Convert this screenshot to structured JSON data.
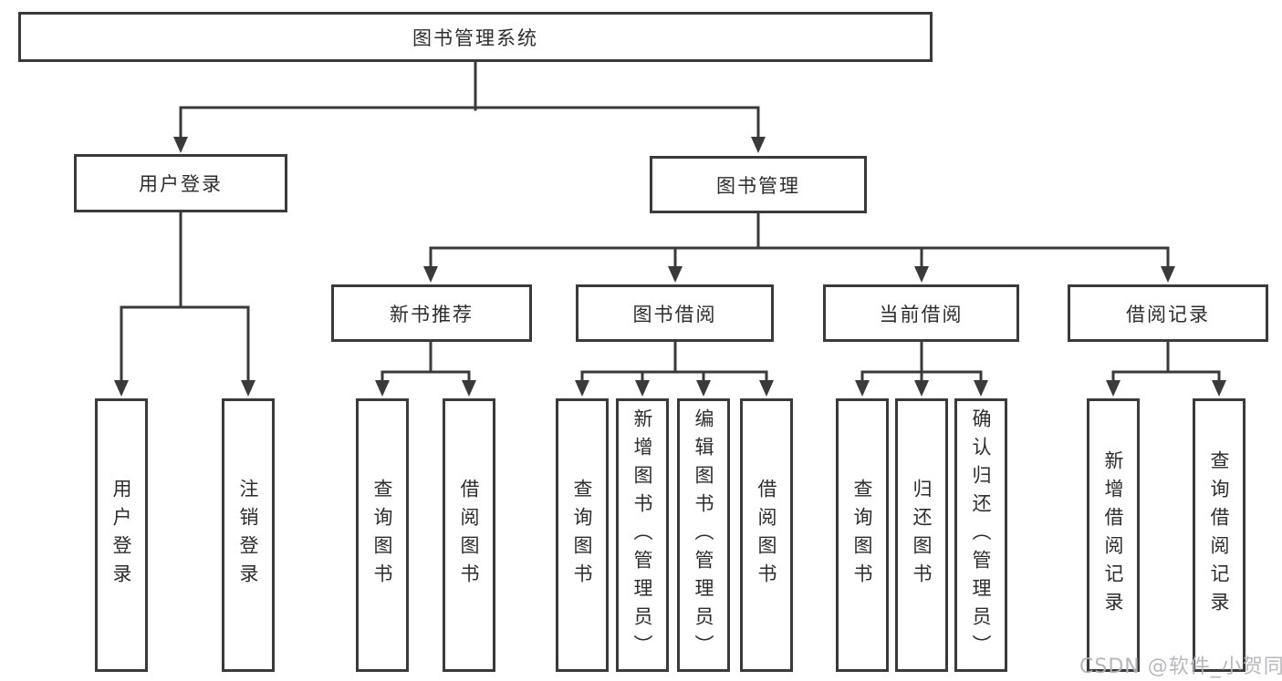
{
  "root_label": "图书管理系统",
  "level2": {
    "user_login": "用户登录",
    "book_mgmt": "图书管理"
  },
  "level3": {
    "new_book": "新书推荐",
    "book_borrow": "图书借阅",
    "current_borrow": "当前借阅",
    "borrow_record": "借阅记录"
  },
  "leaves": {
    "user_login": [
      "用户登录",
      "注销登录"
    ],
    "new_book": [
      "查询图书",
      "借阅图书"
    ],
    "book_borrow": [
      "查询图书",
      "新增图书（管理员）",
      "编辑图书（管理员）",
      "借阅图书"
    ],
    "current_borrow": [
      "查询图书",
      "归还图书",
      "确认归还（管理员）"
    ],
    "borrow_record": [
      "新增借阅记录",
      "查询借阅记录"
    ]
  },
  "watermark": "CSDN @软件_小贺同学",
  "colors": {
    "line": "#3a3a3a",
    "text": "#2d2d2d",
    "watermark": "#b4b4ba",
    "background": "#ffffff"
  }
}
